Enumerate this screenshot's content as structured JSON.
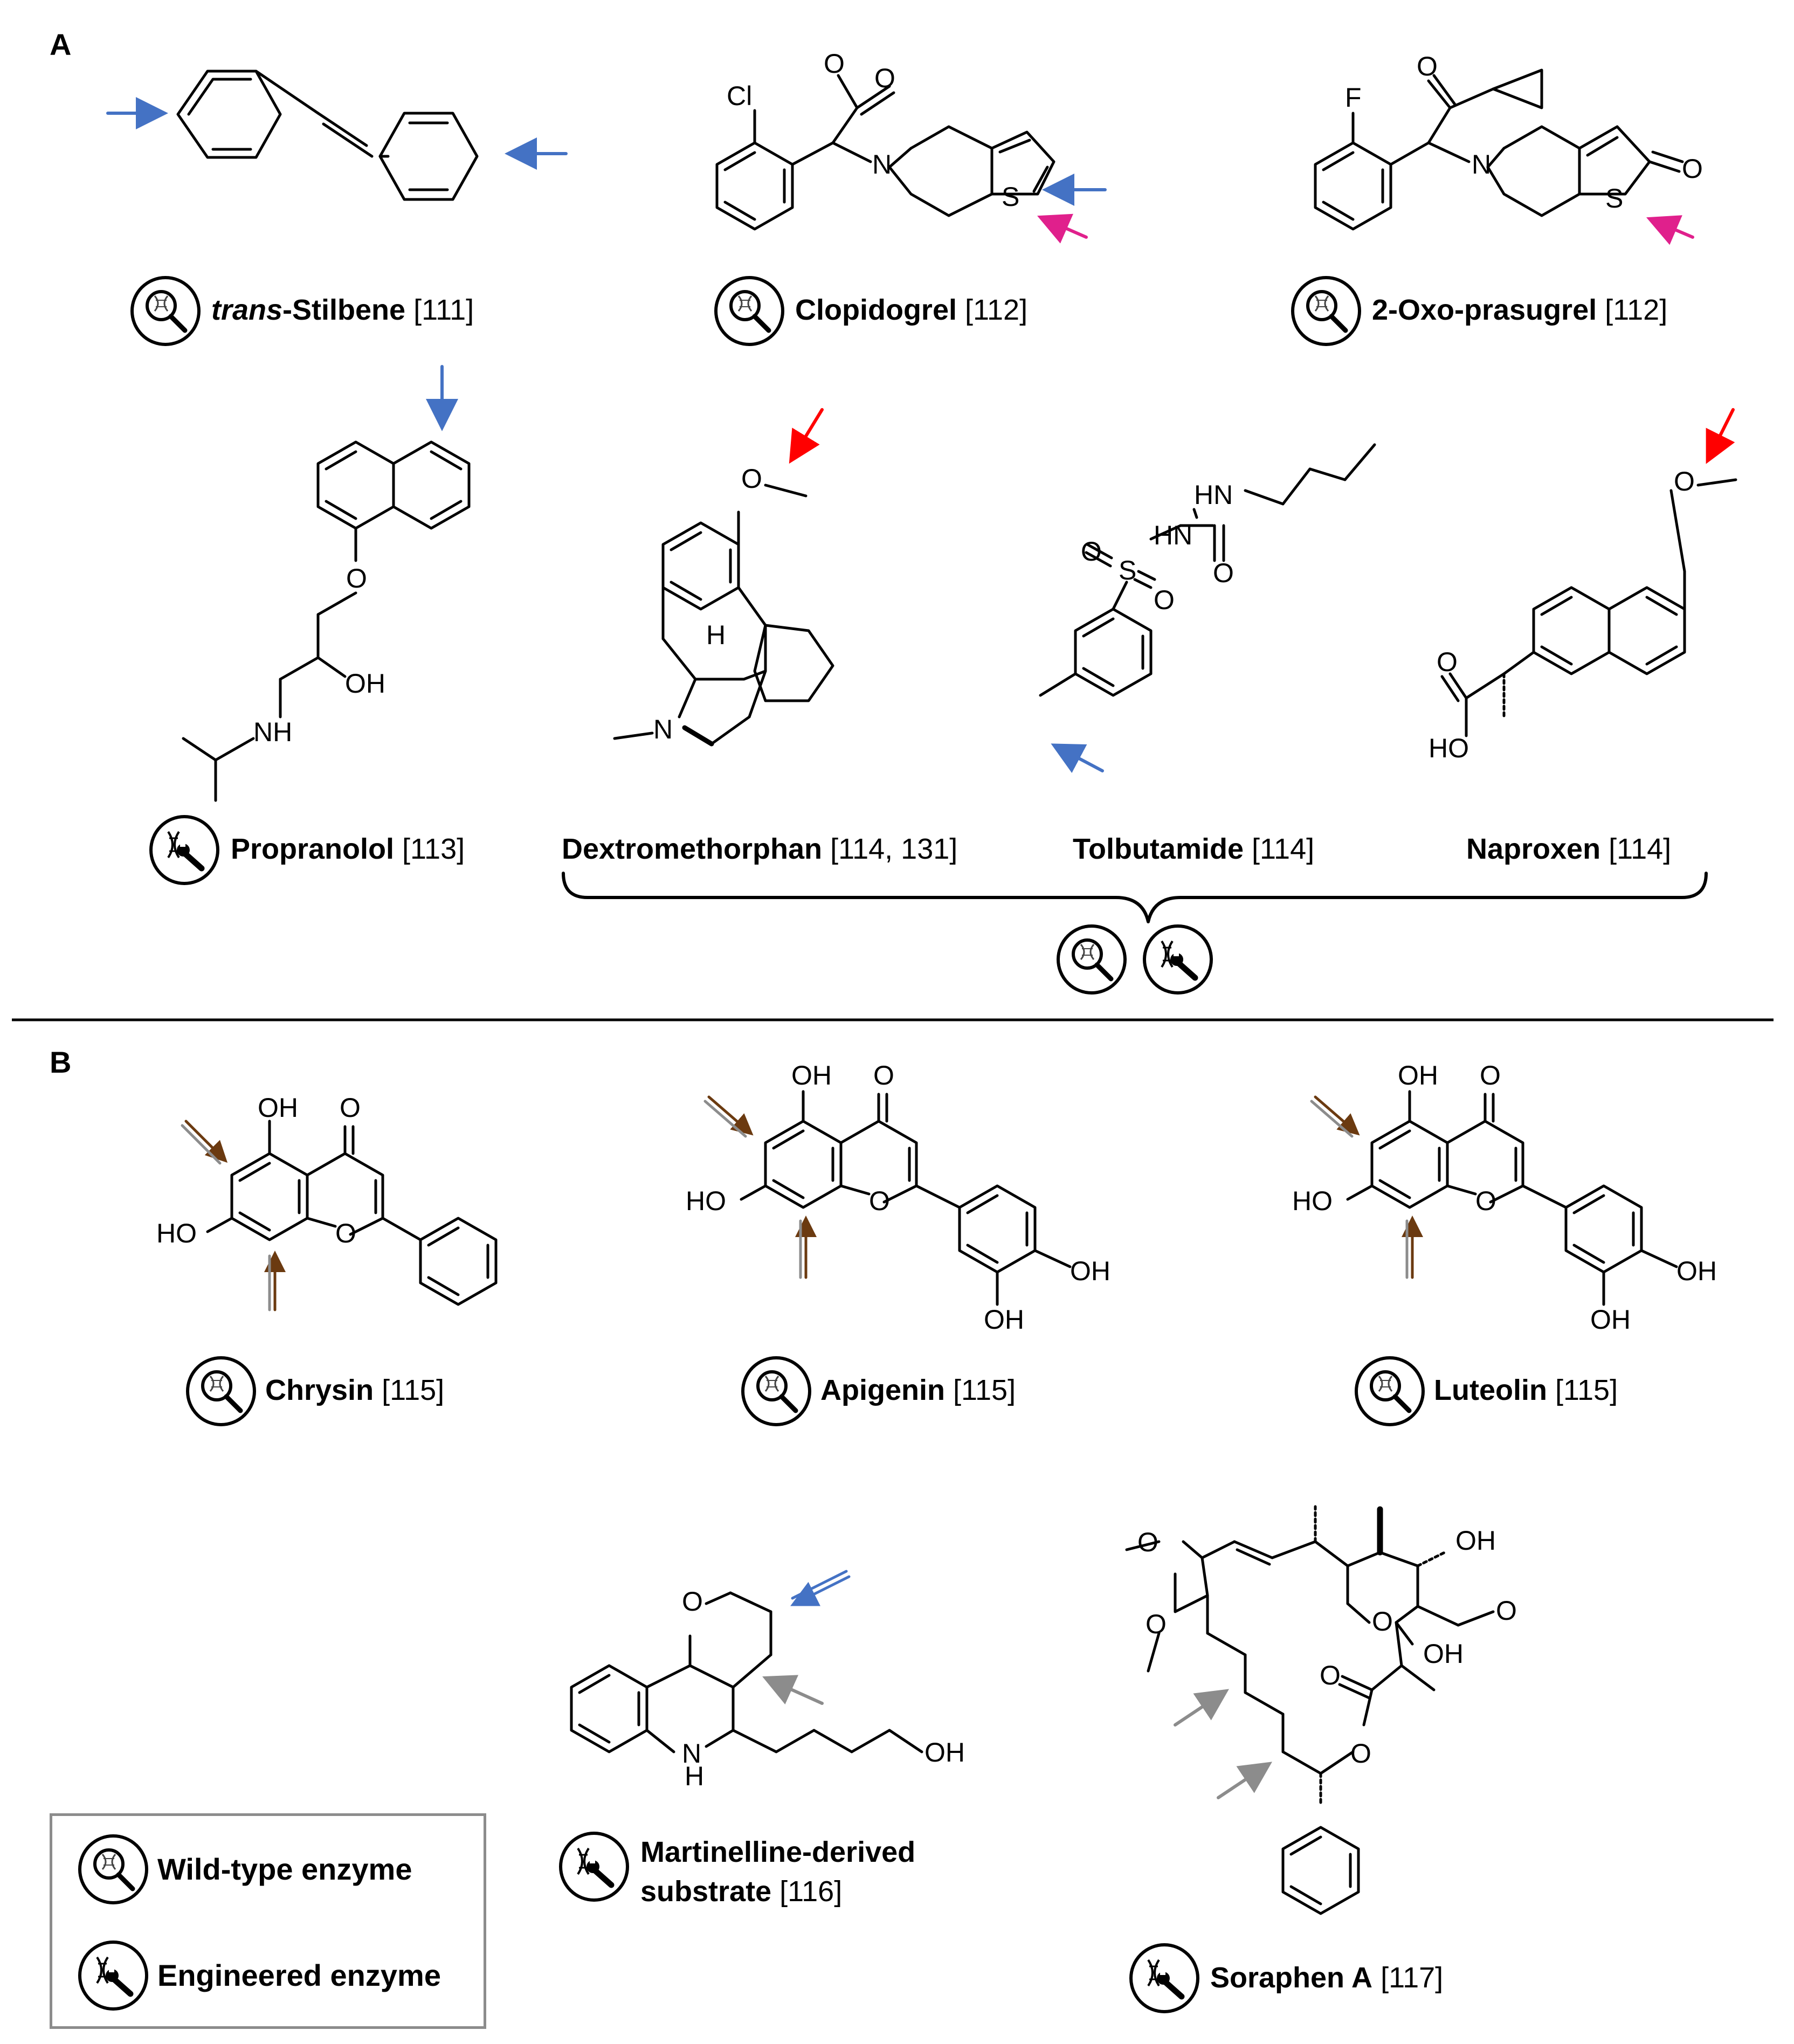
{
  "panels": {
    "a": "A",
    "b": "B"
  },
  "labels": {
    "stilbene": {
      "name_italic": "trans",
      "name_rest": "-Stilbene",
      "ref": "[111]"
    },
    "clopidogrel": {
      "name": "Clopidogrel",
      "ref": "[112]"
    },
    "prasugrel": {
      "name": "2-Oxo-prasugrel",
      "ref": "[112]"
    },
    "propranolol": {
      "name": "Propranolol",
      "ref": "[113]"
    },
    "dextromethorphan": {
      "name": "Dextromethorphan",
      "ref": "[114, 131]"
    },
    "tolbutamide": {
      "name": "Tolbutamide",
      "ref": "[114]"
    },
    "naproxen": {
      "name": "Naproxen",
      "ref": "[114]"
    },
    "chrysin": {
      "name": "Chrysin",
      "ref": "[115]"
    },
    "apigenin": {
      "name": "Apigenin",
      "ref": "[115]"
    },
    "luteolin": {
      "name": "Luteolin",
      "ref": "[115]"
    },
    "martinelline": {
      "name_line1": "Martinelline-derived",
      "name_line2": "substrate",
      "ref": "[116]"
    },
    "soraphen": {
      "name": "Soraphen A",
      "ref": "[117]"
    }
  },
  "atoms": {
    "cl": "Cl",
    "o": "O",
    "n": "N",
    "s": "S",
    "f": "F",
    "h": "H",
    "oh": "OH",
    "ho": "HO",
    "nh": "NH",
    "hn": "HN",
    "o_s_o_left": "O",
    "o_s_o_right": "O"
  },
  "legend": {
    "wild_type": "Wild-type enzyme",
    "engineered": "Engineered enzyme"
  },
  "colors": {
    "blue_arrow": "#4472c4",
    "magenta_arrow": "#e0208c",
    "red_arrow": "#ff0000",
    "brown_arrow": "#6b3a10",
    "gray_arrow": "#8c8c8c",
    "legend_border": "#8c8c8c"
  },
  "icons": {
    "wild_type": "magnifier-dna-icon",
    "engineered": "wrench-dna-icon"
  }
}
